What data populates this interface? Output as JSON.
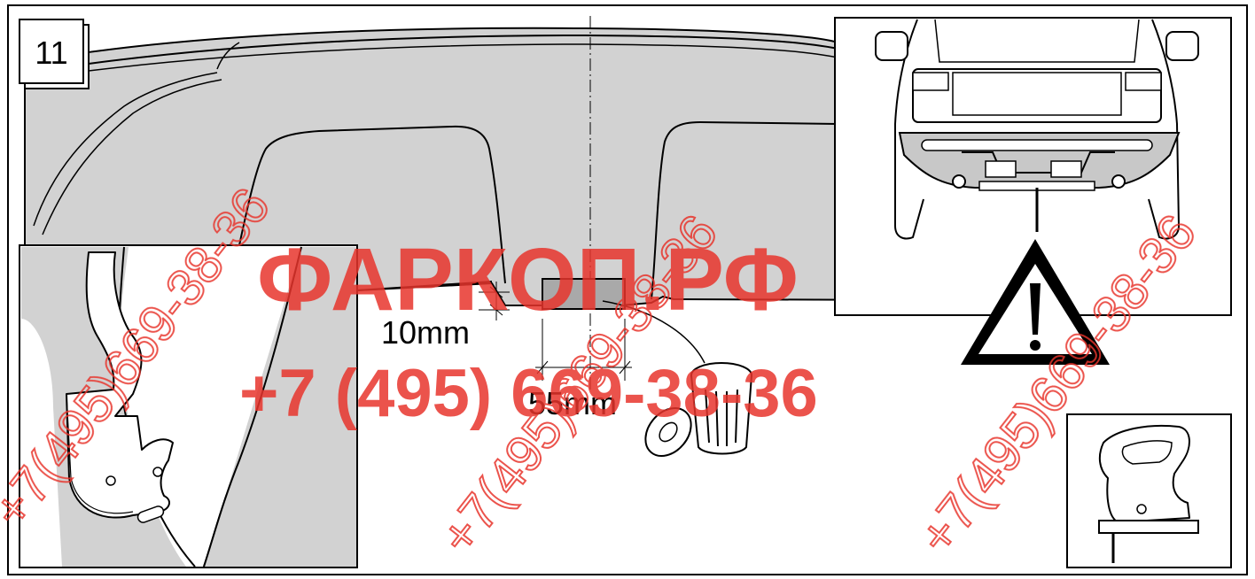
{
  "step": {
    "number": "11"
  },
  "dimensions": {
    "height": "10mm",
    "width": "55mm"
  },
  "watermark": {
    "site": "ФАРКОП.РФ",
    "phone_big": "+7 (495) 669-38-36",
    "phone_small": "+7(495)669-38-36",
    "color": "#e8352c"
  },
  "icons": {
    "warning": "warning-triangle-icon",
    "trash": "trash-bin-icon",
    "jigsaw": "jigsaw-tool-icon"
  }
}
